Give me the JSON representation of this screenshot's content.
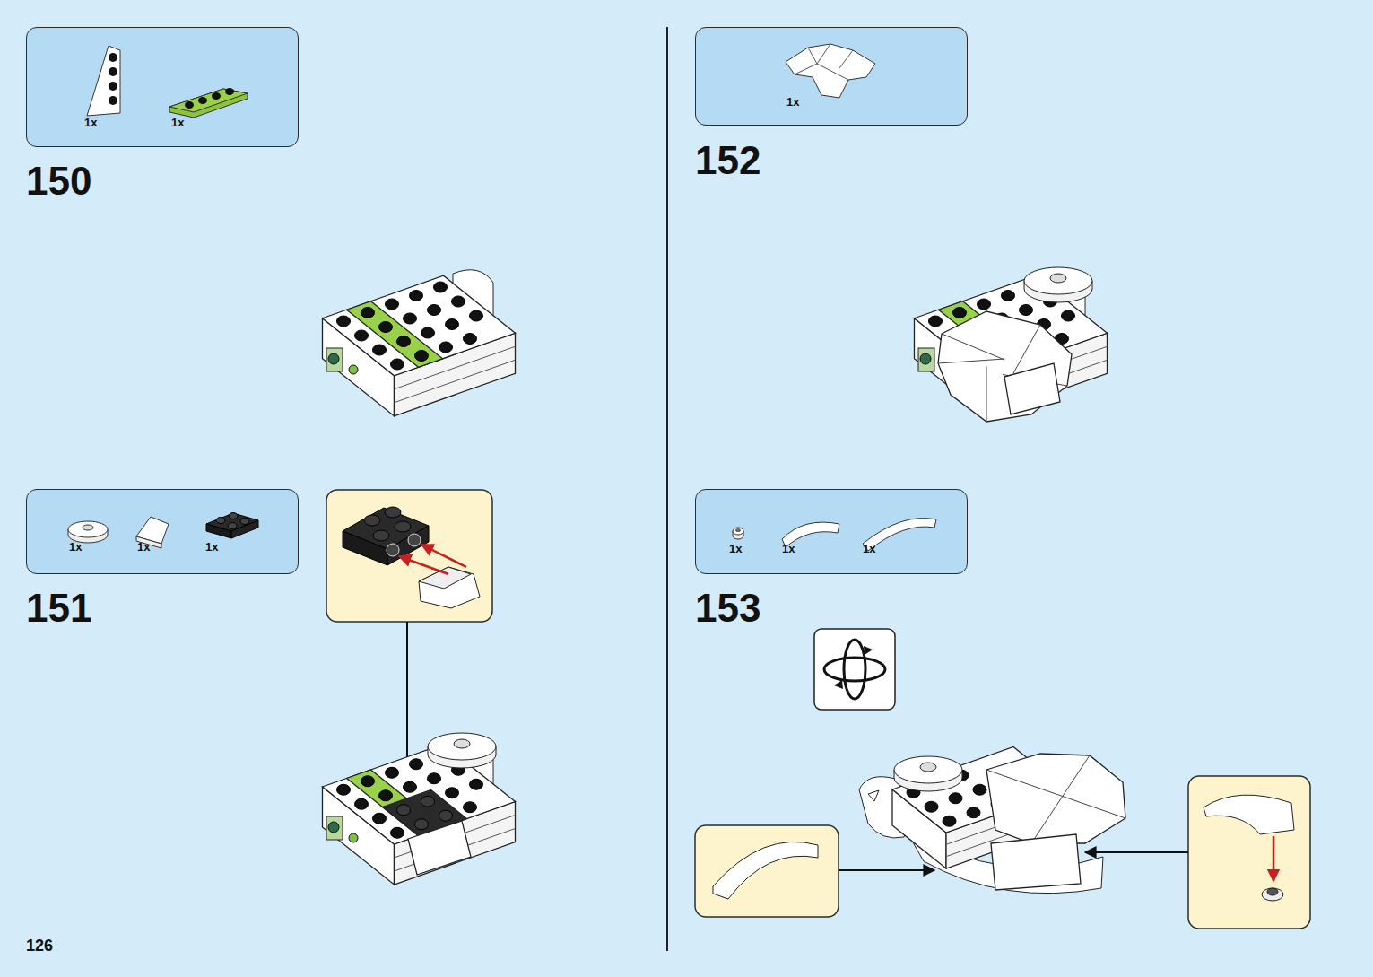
{
  "diagram": {
    "nodes": [
      {
        "text": [
          "1x",
          "1x"
        ]
      },
      {
        "text": [
          "1x",
          "1x",
          "1x"
        ]
      },
      {
        "text": [
          "1x"
        ]
      },
      {
        "text": [
          "1x",
          "1x",
          "1x"
        ]
      }
    ],
    "labels": [
      "150",
      "151",
      "152",
      "153",
      "126"
    ]
  }
}
